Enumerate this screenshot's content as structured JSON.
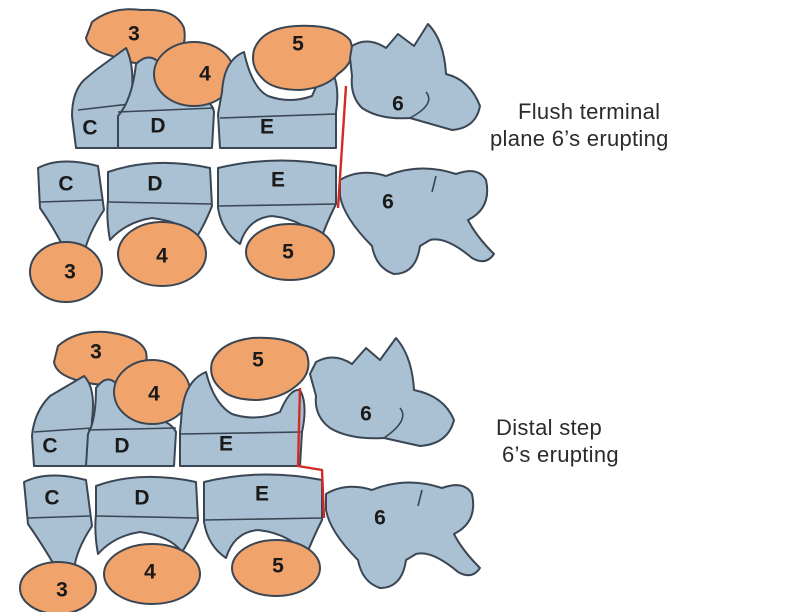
{
  "panels": [
    {
      "caption": [
        "Flush terminal",
        "plane 6’s erupting"
      ],
      "upper_teeth": [
        "C",
        "D",
        "E",
        "6"
      ],
      "upper_buds": [
        "3",
        "4",
        "5"
      ],
      "lower_teeth": [
        "C",
        "D",
        "E",
        "6"
      ],
      "lower_buds": [
        "3",
        "4",
        "5"
      ]
    },
    {
      "caption": [
        "Distal step",
        "6’s erupting"
      ],
      "upper_teeth": [
        "C",
        "D",
        "E",
        "6"
      ],
      "upper_buds": [
        "3",
        "4",
        "5"
      ],
      "lower_teeth": [
        "C",
        "D",
        "E",
        "6"
      ],
      "lower_buds": [
        "3",
        "4",
        "5"
      ]
    }
  ],
  "colors": {
    "tooth": "#a9c1d3",
    "bud": "#f0a36b",
    "outline": "#3a4654",
    "terminal_plane": "#d32a26"
  }
}
